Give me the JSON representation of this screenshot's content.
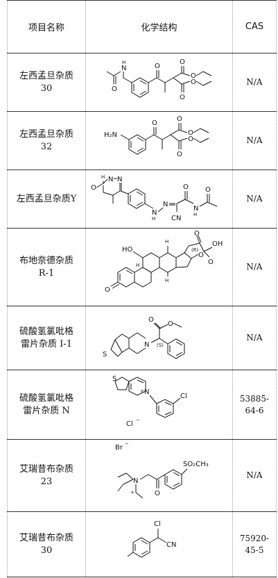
{
  "headers": {
    "name": "项目名称",
    "structure": "化学结构",
    "cas": "CAS"
  },
  "rows": [
    {
      "name_line1": "左西孟旦杂质",
      "name_line2": "30",
      "cas_line1": "N/A",
      "cas_line2": ""
    },
    {
      "name_line1": "左西孟旦杂质",
      "name_line2": "32",
      "cas_line1": "N/A",
      "cas_line2": ""
    },
    {
      "name_line1": "左西孟旦杂质Y",
      "name_line2": "",
      "cas_line1": "N/A",
      "cas_line2": ""
    },
    {
      "name_line1": "布地奈德杂质",
      "name_line2": "R-1",
      "cas_line1": "N/A",
      "cas_line2": ""
    },
    {
      "name_line1": "硫酸氢氯吡格",
      "name_line2": "雷片杂质 I-1",
      "cas_line1": "N/A",
      "cas_line2": ""
    },
    {
      "name_line1": "硫酸氢氯吡格",
      "name_line2": "雷片杂质 N",
      "cas_line1": "53885-",
      "cas_line2": "64-6"
    },
    {
      "name_line1": "艾瑞昔布杂质",
      "name_line2": "23",
      "cas_line1": "N/A",
      "cas_line2": ""
    },
    {
      "name_line1": "艾瑞昔布杂质",
      "name_line2": "30",
      "cas_line1": "75920-",
      "cas_line2": "45-5"
    }
  ],
  "structure_labels": {
    "r1": {
      "nh": "H",
      "n": "N",
      "o1": "O",
      "o2": "O",
      "o3": "O",
      "o4": "O",
      "o5": "O",
      "o6": "O"
    },
    "r2": {
      "h2n": "H₂N",
      "o1": "O",
      "o2": "O",
      "o3": "O",
      "o4": "O",
      "o5": "O"
    },
    "r3": {
      "o1": "O",
      "nh": "H",
      "n1": "N",
      "n2": "N",
      "n3": "N",
      "n4": "N",
      "h1": "H",
      "cn": "CN",
      "o2": "O",
      "o3": "O",
      "n5": "N",
      "h2": "H"
    },
    "r4": {
      "ho": "HO",
      "h1": "H",
      "h2": "H",
      "h3": "H",
      "o1": "O",
      "o2": "O",
      "oh": "OH",
      "o3": "O",
      "r": "(R)",
      "o4": "O"
    },
    "r5": {
      "o1": "O",
      "o2": "O",
      "n": "N",
      "s": "S",
      "stereo": "(S)"
    },
    "r6": {
      "s": "S",
      "n": "N",
      "plus": "+",
      "cl1": "Cl",
      "cl2": "Cl",
      "minus": "−"
    },
    "r7": {
      "br": "Br",
      "minus": "−",
      "so2ch3": "SO₂CH₃",
      "n": "N",
      "plus": "+",
      "o": "O"
    },
    "r8": {
      "cl": "Cl",
      "cn": "CN"
    }
  }
}
